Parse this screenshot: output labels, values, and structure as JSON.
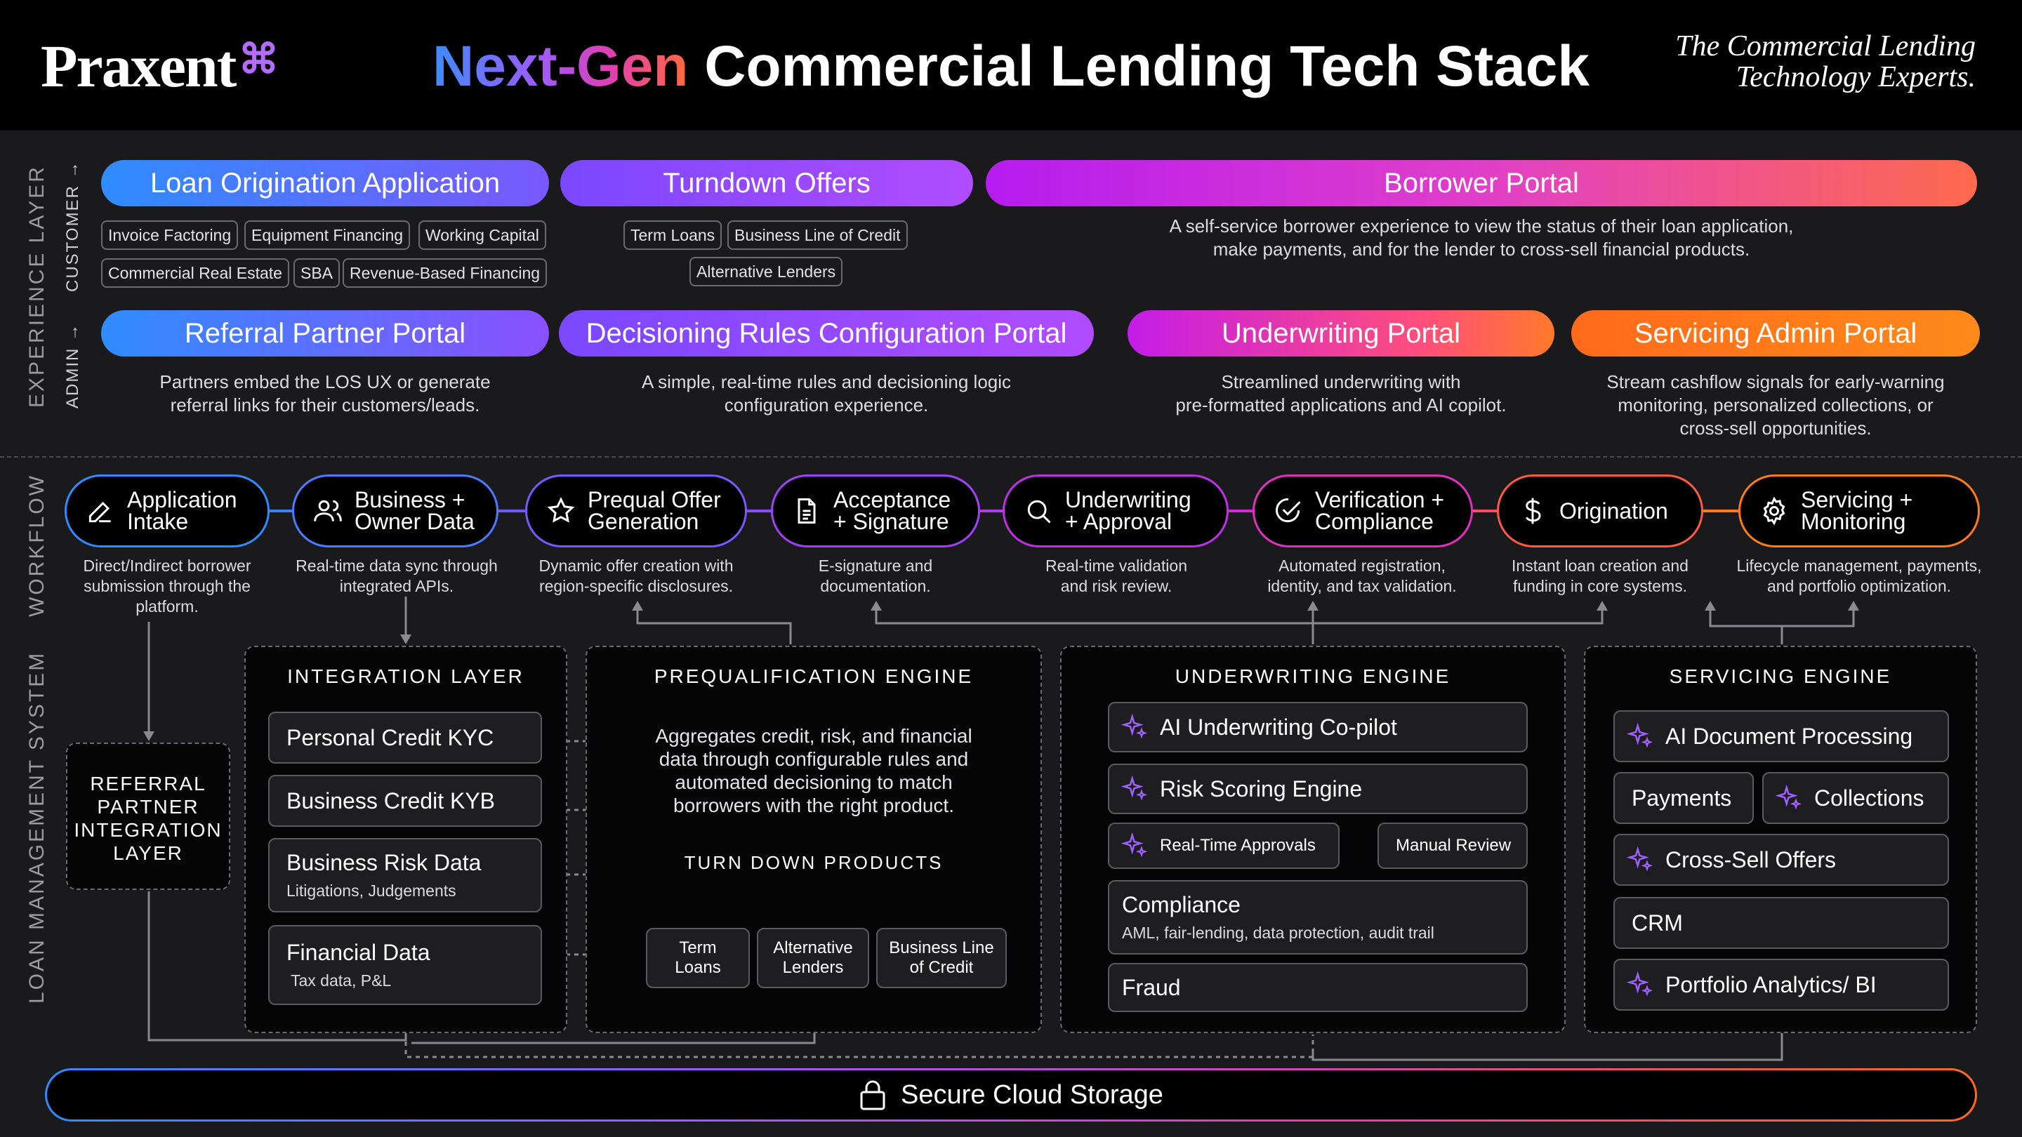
{
  "header": {
    "logo": "Praxent",
    "logo_mark": "⌘",
    "title_gradient": "Next-Gen",
    "title_rest": " Commercial Lending Tech Stack",
    "tagline_1": "The Commercial Lending",
    "tagline_2": "Technology Experts."
  },
  "layers": {
    "experience": "EXPERIENCE LAYER",
    "customer": "CUSTOMER →",
    "admin": "ADMIN →",
    "workflow": "WORKFLOW",
    "lms": "LOAN MANAGEMENT SYSTEM"
  },
  "customer": {
    "loan_origination": "Loan Origination Application",
    "loan_tags": [
      "Invoice Factoring",
      "Equipment Financing",
      "Working Capital",
      "Commercial Real Estate",
      "SBA",
      "Revenue-Based Financing"
    ],
    "turndown": "Turndown Offers",
    "turndown_tags": [
      "Term Loans",
      "Business Line of Credit",
      "Alternative Lenders"
    ],
    "borrower_portal": "Borrower Portal",
    "borrower_desc_1": "A self-service borrower experience to view the status of their loan application,",
    "borrower_desc_2": "make payments, and for the lender to cross-sell financial products."
  },
  "admin": {
    "referral": "Referral Partner Portal",
    "referral_desc_1": "Partners embed the LOS UX or generate",
    "referral_desc_2": "referral links for their customers/leads.",
    "decisioning": "Decisioning Rules Configuration Portal",
    "decisioning_desc_1": "A simple, real-time rules and decisioning logic",
    "decisioning_desc_2": "configuration experience.",
    "underwriting": "Underwriting Portal",
    "underwriting_desc_1": "Streamlined underwriting with",
    "underwriting_desc_2": "pre-formatted applications and AI copilot.",
    "servicing": "Servicing Admin Portal",
    "servicing_desc_1": "Stream cashflow signals for early-warning",
    "servicing_desc_2": "monitoring, personalized collections, or",
    "servicing_desc_3": "cross-sell opportunities."
  },
  "workflow": [
    {
      "label": "Application\nIntake",
      "icon": "edit-icon",
      "desc": "Direct/Indirect borrower submission through the platform."
    },
    {
      "label": "Business +\nOwner Data",
      "icon": "users-icon",
      "desc": "Real-time data sync through integrated APIs."
    },
    {
      "label": "Prequal Offer\nGeneration",
      "icon": "star-icon",
      "desc": "Dynamic offer creation with region-specific disclosures."
    },
    {
      "label": "Acceptance\n+ Signature",
      "icon": "document-icon",
      "desc": "E-signature and documentation."
    },
    {
      "label": "Underwriting\n+ Approval",
      "icon": "search-icon",
      "desc": "Real-time validation and risk review."
    },
    {
      "label": "Verification +\nCompliance",
      "icon": "check-circle-icon",
      "desc": "Automated registration, identity, and tax validation."
    },
    {
      "label": "Origination",
      "icon": "dollar-icon",
      "desc": "Instant loan creation and funding in core systems."
    },
    {
      "label": "Servicing +\nMonitoring",
      "icon": "gear-icon",
      "desc": "Lifecycle management, payments, and portfolio optimization."
    }
  ],
  "referral_layer": "REFERRAL PARTNER INTEGRATION LAYER",
  "integration": {
    "title": "INTEGRATION LAYER",
    "items": [
      {
        "name": "Personal Credit KYC",
        "sub": ""
      },
      {
        "name": "Business Credit KYB",
        "sub": ""
      },
      {
        "name": "Business Risk Data",
        "sub": "Litigations, Judgements"
      },
      {
        "name": "Financial Data",
        "sub": "Tax data, P&L"
      }
    ]
  },
  "prequal": {
    "title": "PREQUALIFICATION ENGINE",
    "desc_1": "Aggregates credit, risk, and financial",
    "desc_2": "data through configurable rules and",
    "desc_3": "automated decisioning to match",
    "desc_4": "borrowers with the right product.",
    "turn_down_title": "TURN DOWN PRODUCTS",
    "products": [
      {
        "l1": "Term",
        "l2": "Loans"
      },
      {
        "l1": "Alternative",
        "l2": "Lenders"
      },
      {
        "l1": "Business Line",
        "l2": "of Credit"
      }
    ]
  },
  "underwriting_engine": {
    "title": "UNDERWRITING ENGINE",
    "copilot": "AI Underwriting Co-pilot",
    "risk": "Risk Scoring Engine",
    "realtime": "Real-Time Approvals",
    "manual": "Manual Review",
    "compliance": "Compliance",
    "compliance_sub": "AML, fair-lending, data protection, audit trail",
    "fraud": "Fraud"
  },
  "servicing_engine": {
    "title": "SERVICING ENGINE",
    "doc": "AI Document Processing",
    "payments": "Payments",
    "collections": "Collections",
    "cross_sell": "Cross-Sell Offers",
    "crm": "CRM",
    "analytics": "Portfolio Analytics/ BI"
  },
  "storage": "Secure Cloud Storage",
  "colors": {
    "blue": "#2f8cff",
    "purple": "#8a50ff",
    "magenta": "#d020e0",
    "orange": "#ff7a1a"
  }
}
